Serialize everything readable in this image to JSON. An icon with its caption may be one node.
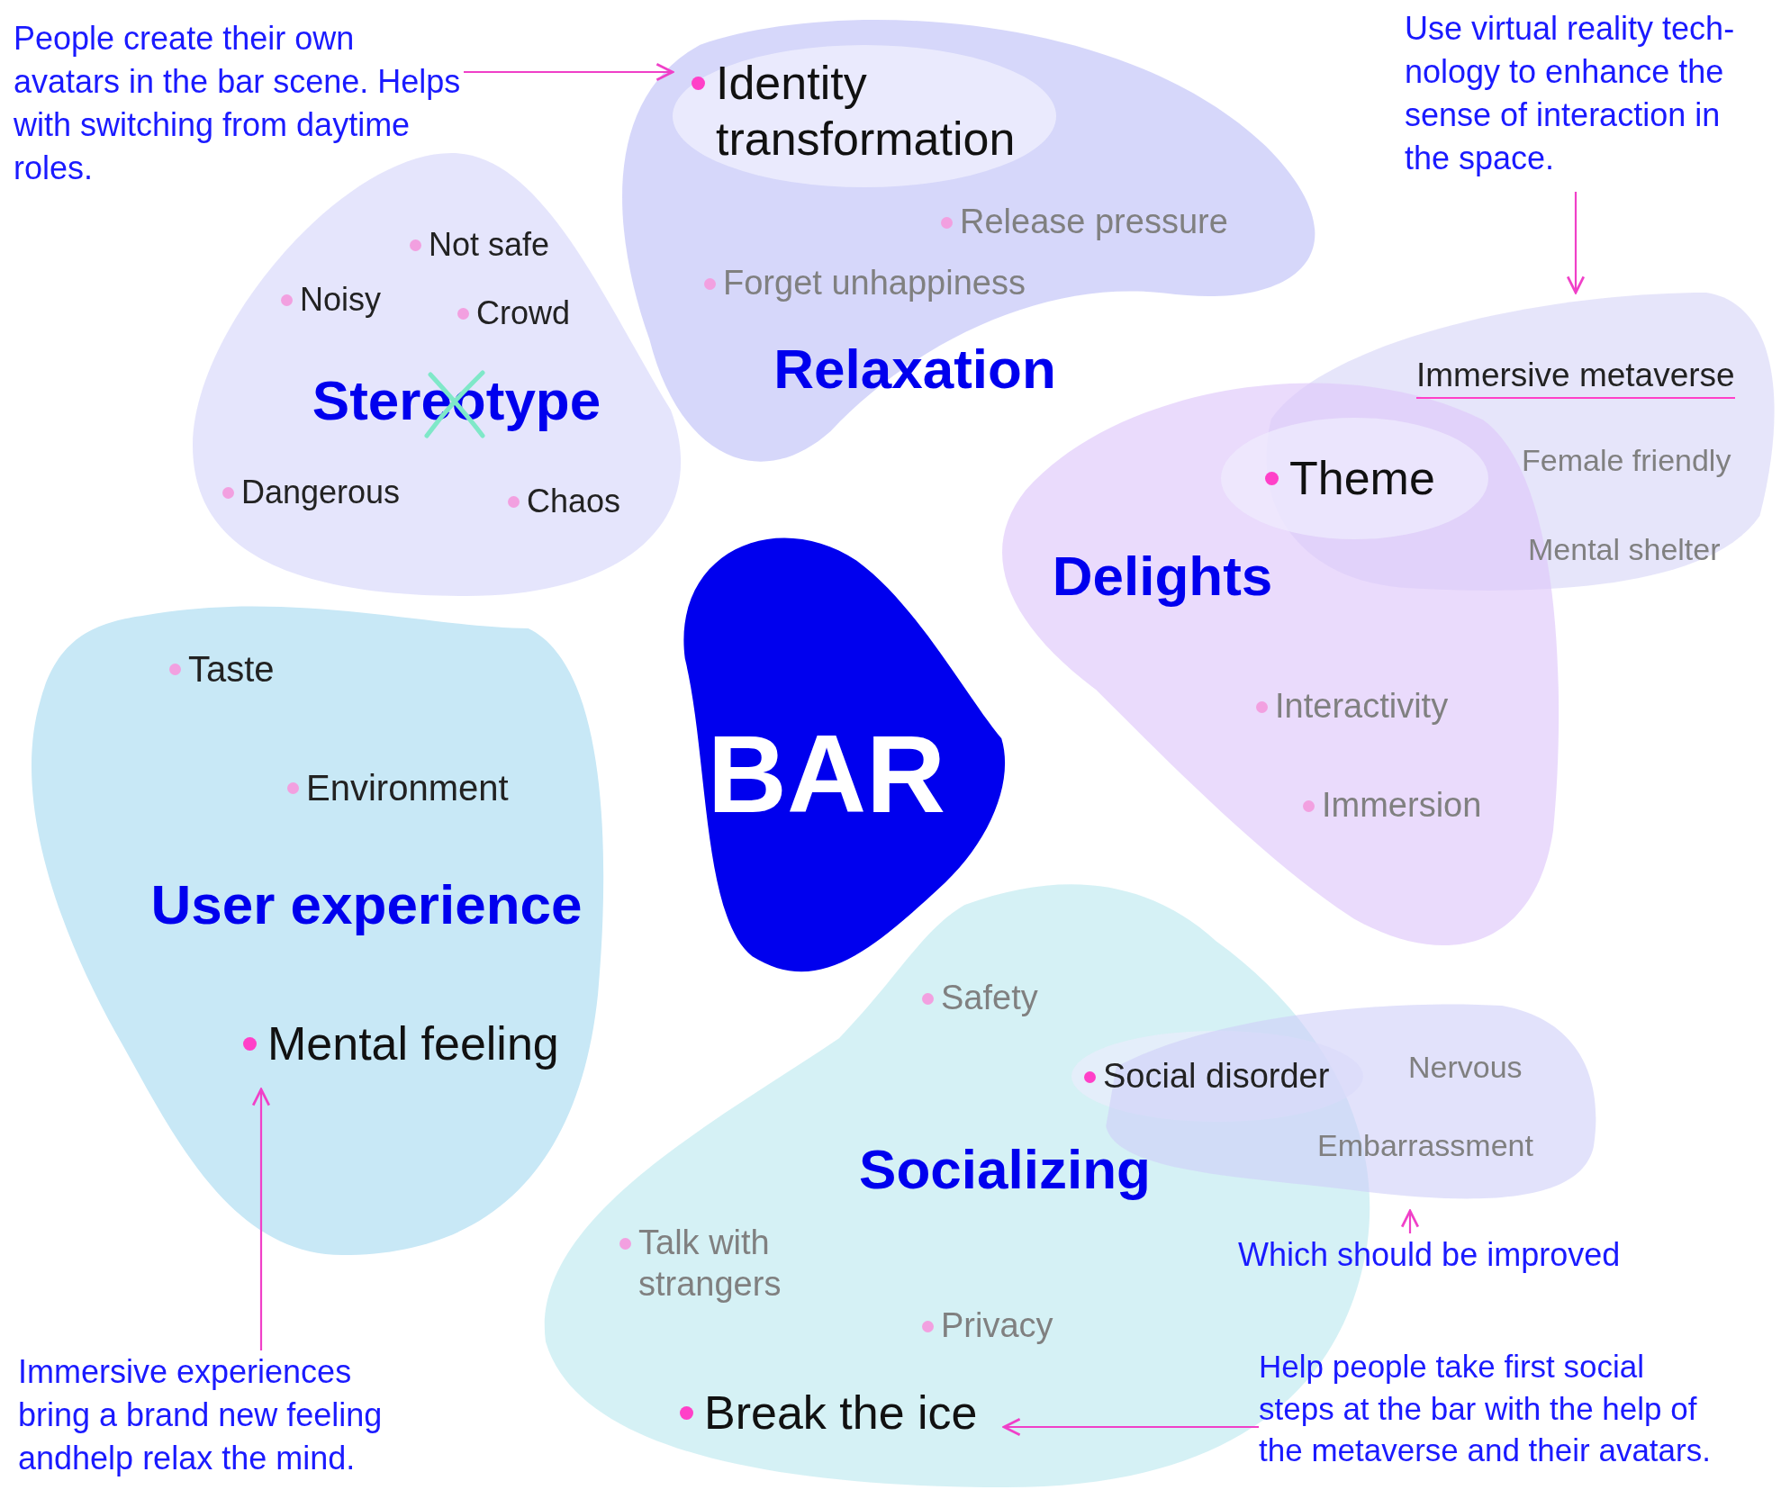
{
  "diagram": {
    "nodes": [
      {
        "text": [
          "People create their own avatars in the bar scene. Helps with switching from daytime roles."
        ]
      },
      {
        "text": [
          "Release pressure",
          "Forget unhappiness",
          "Relaxation"
        ]
      },
      {
        "text": [
          "Identity transformation"
        ],
        "in": 1
      },
      {
        "text": [
          "Use virtual reality tech-nology to enhance the sense of interaction in the space."
        ]
      },
      {
        "text": [
          "Not safe",
          "Noisy",
          "Crowd",
          "Stereotype",
          "Dangerous",
          "Chaos"
        ]
      },
      {
        "text": [
          "Immersive metaverse",
          "Female friendly",
          "Mental shelter"
        ]
      },
      {
        "text": [
          "Delights",
          "Interactivity",
          "Immersion"
        ]
      },
      {
        "text": [
          "Theme"
        ],
        "in": 6
      },
      {
        "text": [
          "BAR"
        ]
      },
      {
        "text": [
          "Taste",
          "Environment",
          "User experience"
        ]
      },
      {
        "text": [
          "Mental feeling"
        ],
        "in": 9
      },
      {
        "text": [
          "Safety",
          "Socializing",
          "Talk with strangers",
          "Privacy"
        ]
      },
      {
        "text": [
          "Nervous",
          "Embarrassment"
        ]
      },
      {
        "text": [
          "Social disorder"
        ],
        "in": 11
      },
      {
        "text": [
          "Break the ice"
        ],
        "in": 11
      },
      {
        "text": [
          "Which should be improved"
        ]
      },
      {
        "text": [
          "Immersive experiences bring a brand new feeling andhelp relax the mind."
        ]
      },
      {
        "text": [
          "Help people take first social steps at the bar with the help of the metaverse and their avatars."
        ]
      }
    ],
    "edges": [
      {
        "from": 0,
        "to": 2,
        "arrow": "to"
      },
      {
        "from": 3,
        "to": 5,
        "arrow": "to"
      },
      {
        "from": 15,
        "to": 12,
        "arrow": "to"
      },
      {
        "from": 16,
        "to": 10,
        "arrow": "to"
      },
      {
        "from": 17,
        "to": 14,
        "arrow": "to"
      }
    ]
  }
}
